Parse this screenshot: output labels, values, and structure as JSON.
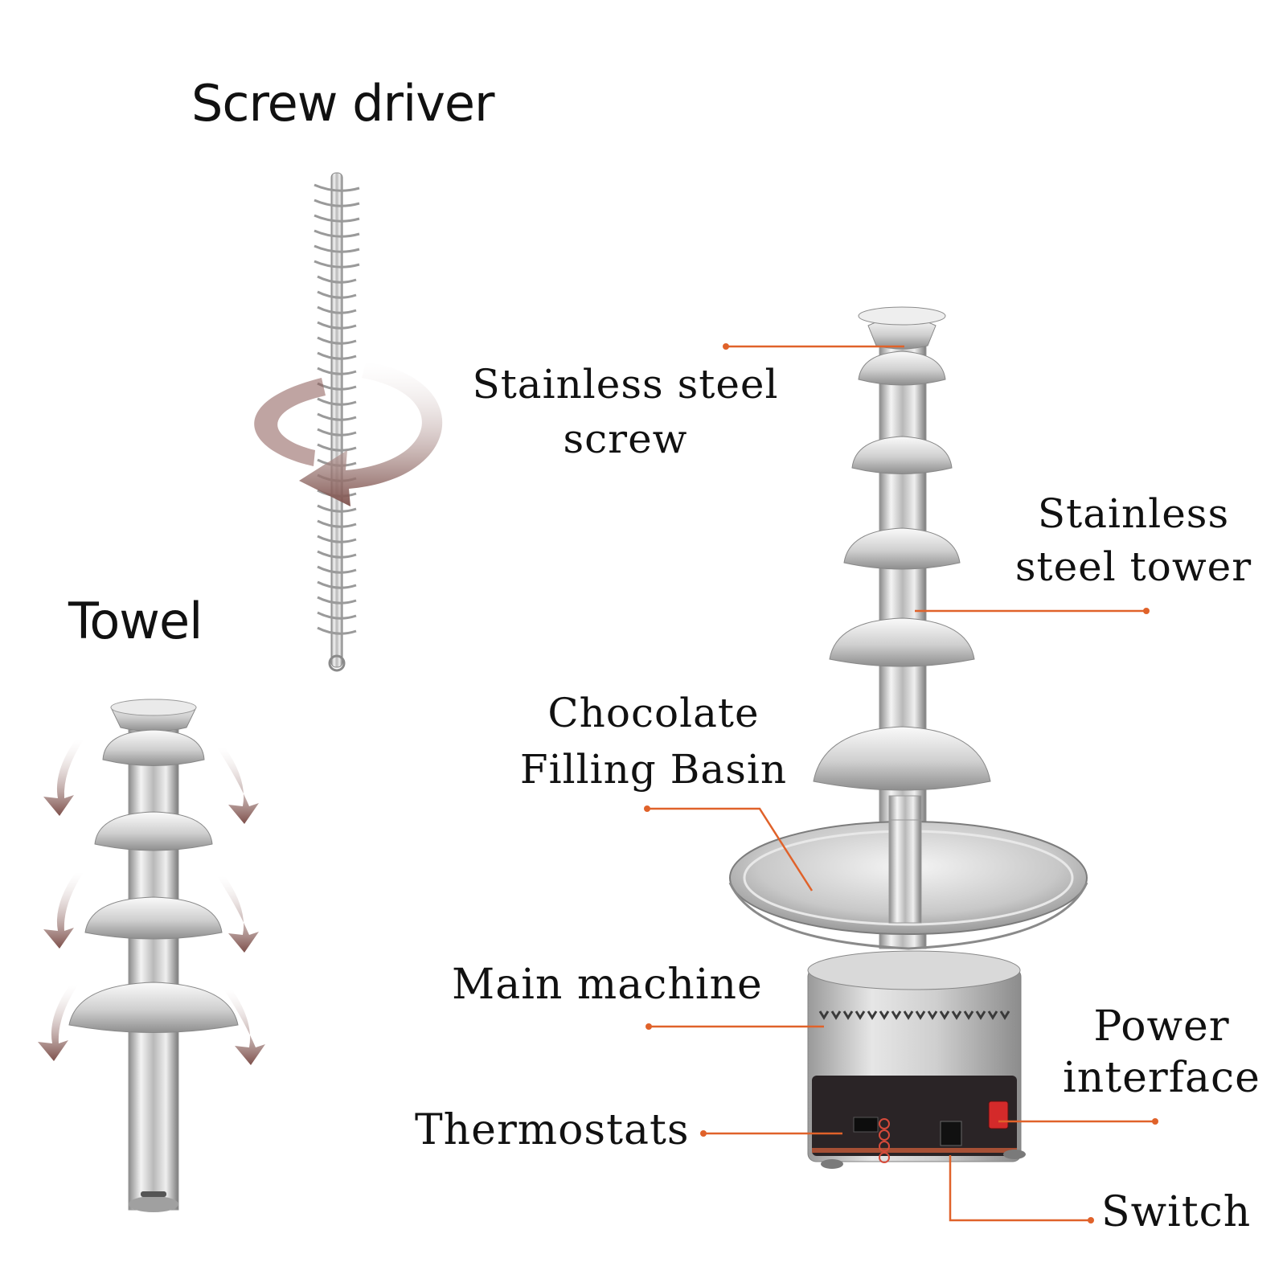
{
  "colors": {
    "leader_line": "#e0622a",
    "arrow": "#8b5a55",
    "steel_light": "#f2f2f2",
    "steel_mid": "#bdbdbd",
    "steel_dark": "#6e6e6e",
    "panel_dark": "#2a2426",
    "switch_red": "#d42a2a"
  },
  "icons": [
    "rotation-arrow-icon",
    "down-arrow-icon"
  ],
  "labels": {
    "screw_driver": "Screw driver",
    "towel": "Towel",
    "stainless_screw_line1": "Stainless steel",
    "stainless_screw_line2": "screw",
    "stainless_tower_line1": "Stainless",
    "stainless_tower_line2": "steel tower",
    "chocolate_line1": "Chocolate",
    "chocolate_line2": "Filling Basin",
    "main_machine": "Main machine",
    "power_line1": "Power",
    "power_line2": "interface",
    "thermostats": "Thermostats",
    "switch": "Switch"
  }
}
